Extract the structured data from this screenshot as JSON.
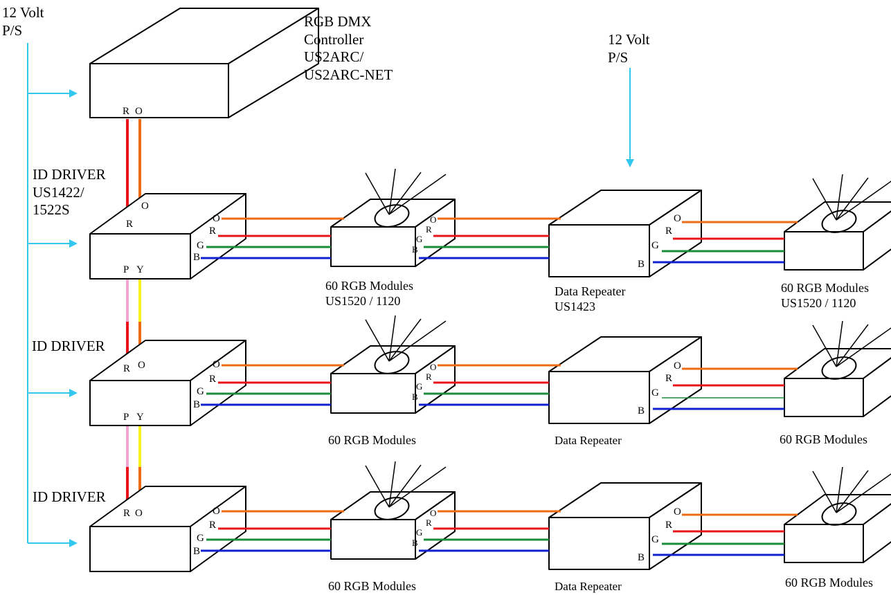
{
  "labels": {
    "ps_left": "12 Volt\nP/S",
    "ps_mid": "12 Volt\nP/S",
    "controller": "RGB DMX\nController\nUS2ARC/\nUS2ARC-NET",
    "driver1": "ID DRIVER\nUS1422/\n1522S",
    "driver2": "ID DRIVER",
    "driver3": "ID DRIVER",
    "mod_a1": "60 RGB Modules\nUS1520 / 1120",
    "rep_1": "Data Repeater\nUS1423",
    "mod_b1": "60 RGB Modules\nUS1520 / 1120",
    "mod_a2": "60 RGB Modules",
    "rep_2": "Data Repeater",
    "mod_b2": "60 RGB Modules",
    "mod_a3": "60 RGB Modules",
    "rep_3": "Data Repeater",
    "mod_b3": "60 RGB Modules"
  },
  "pins": {
    "R": "R",
    "O": "O",
    "G": "G",
    "B": "B",
    "P": "P",
    "Y": "Y"
  },
  "colors": {
    "power": "#33c7ee",
    "red": "#e8141a",
    "orange": "#ee6b13",
    "green": "#1a8c3a",
    "blue": "#1020d0",
    "pink": "#f2a6cf",
    "yellow": "#f7f21f",
    "stroke": "#000000"
  }
}
